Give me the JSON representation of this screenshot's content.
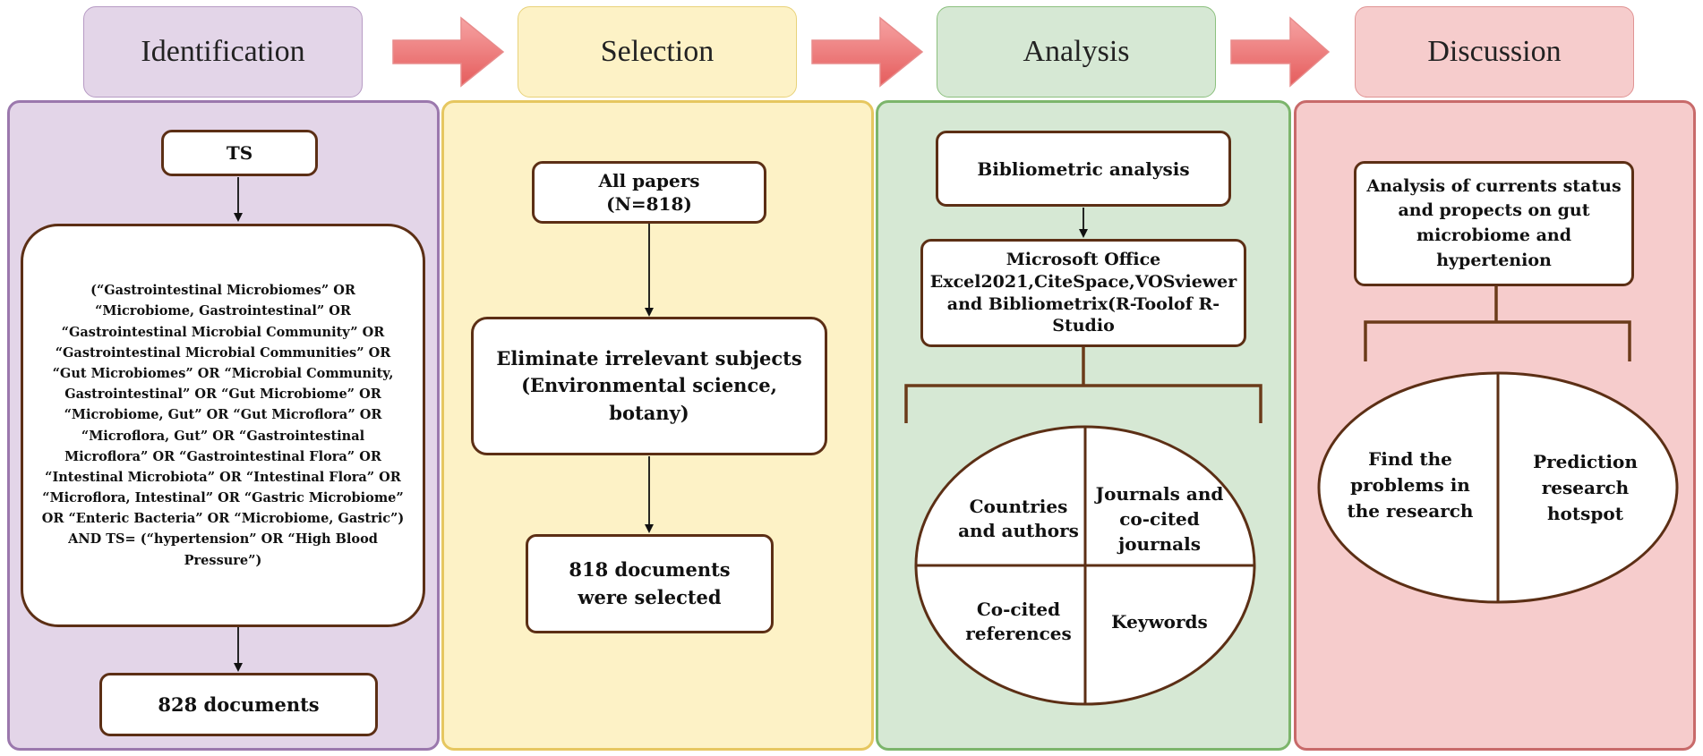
{
  "stages": {
    "identification": "Identification",
    "selection": "Selection",
    "analysis": "Analysis",
    "discussion": "Discussion"
  },
  "identification": {
    "ts_label": "TS",
    "query": "(“Gastrointestinal Microbiomes” OR “Microbiome, Gastrointestinal” OR “Gastrointestinal Microbial Community” OR “Gastrointestinal Microbial Communities” OR “Gut Microbiomes” OR “Microbial Community, Gastrointestinal” OR “Gut Microbiome” OR “Microbiome, Gut” OR “Gut Microflora” OR “Microflora, Gut” OR “Gastrointestinal Microflora” OR “Gastrointestinal Flora” OR “Intestinal Microbiota” OR “Intestinal Flora” OR “Microflora, Intestinal” OR “Gastric Microbiome” OR “Enteric Bacteria” OR “Microbiome, Gastric”) AND TS= (“hypertension” OR “High Blood Pressure”)",
    "result": "828 documents"
  },
  "selection": {
    "all_papers": "All papers",
    "n_count": "(N=818)",
    "eliminate_title": "Eliminate irrelevant subjects",
    "eliminate_detail": "(Environmental science, botany)",
    "selected": "818 documents were selected"
  },
  "analysis": {
    "bibliometric": "Bibliometric analysis",
    "tools": "Microsoft Office Excel2021,CiteSpace,VOSviewer and Bibliometrix(R-Toolof R-Studio",
    "quadrants": {
      "top_left": "Countries and authors",
      "top_right": "Journals and co-cited journals",
      "bottom_left": "Co-cited references",
      "bottom_right": "Keywords"
    }
  },
  "discussion": {
    "status": "Analysis of currents status and propects on gut microbiome and hypertenion",
    "left_half": "Find the problems in the research",
    "right_half": "Prediction research hotspot"
  },
  "colors": {
    "purple": "#e3d5e8",
    "yellow": "#fdf2c6",
    "green": "#d6e8d4",
    "red": "#f6cccc",
    "box_border": "#5c2f15",
    "arrow": "#ec7b7b"
  }
}
